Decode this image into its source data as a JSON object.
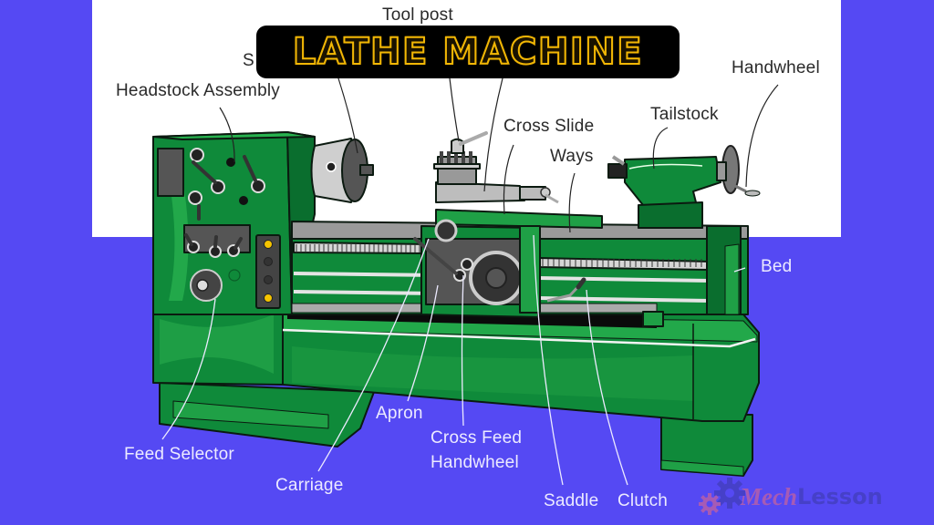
{
  "title": "LATHE MACHINE",
  "colors": {
    "background": "#5549F3",
    "panel": "#FFFFFF",
    "machine_green": "#0F8A3A",
    "machine_green_light": "#2DB552",
    "machine_green_dark": "#0A5E27",
    "title_bg": "#000000",
    "title_text": "#F2B705"
  },
  "labels": {
    "tool_post": "Tool post",
    "spindle_partial": "S",
    "headstock_assembly": "Headstock Assembly",
    "handwheel": "Handwheel",
    "tailstock": "Tailstock",
    "cross_slide": "Cross Slide",
    "ways": "Ways",
    "bed": "Bed",
    "feed_selector": "Feed Selector",
    "carriage": "Carriage",
    "apron": "Apron",
    "cross_feed_line1": "Cross Feed",
    "cross_feed_line2": "Handwheel",
    "saddle": "Saddle",
    "clutch": "Clutch"
  },
  "logo": {
    "part1": "Mech",
    "part2": "Lesson"
  }
}
